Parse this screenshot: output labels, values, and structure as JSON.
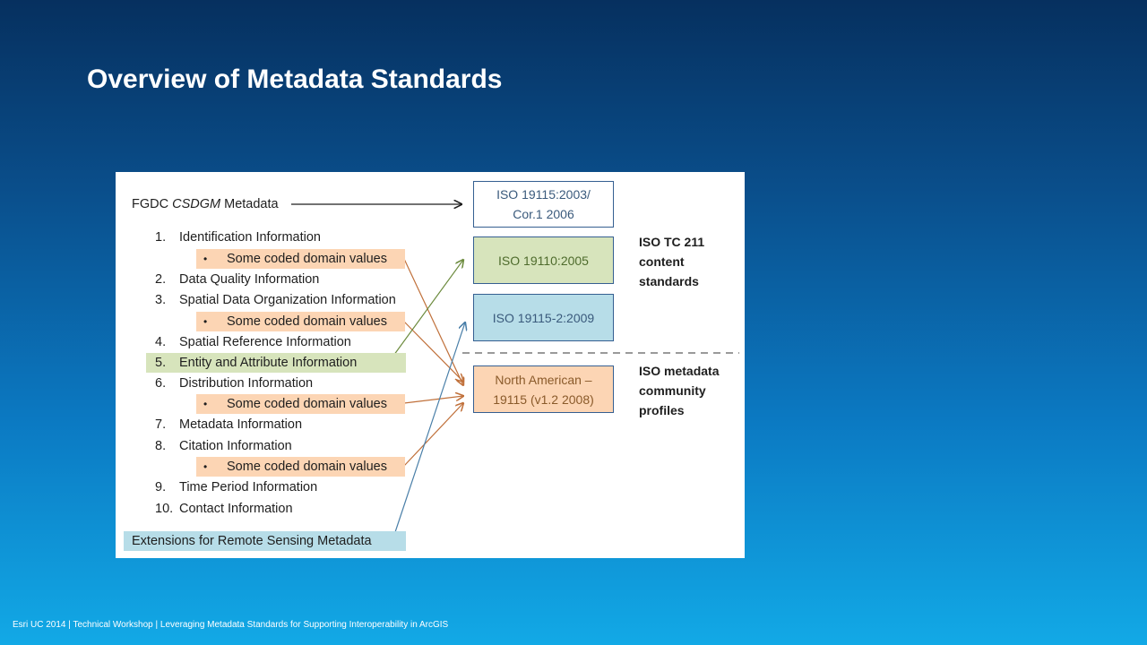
{
  "slide": {
    "title": "Overview of Metadata Standards",
    "footer_left": "Esri UC 2014 | Technical Workshop |",
    "footer_right": "Leveraging Metadata Standards for Supporting Interoperability in ArcGIS"
  },
  "diagram": {
    "fgdc_prefix": "FGDC ",
    "fgdc_italic": "CSDGM",
    "fgdc_suffix": " Metadata",
    "sections": [
      {
        "num": "1.",
        "label": "Identification Information"
      },
      {
        "num": "2.",
        "label": "Data Quality Information"
      },
      {
        "num": "3.",
        "label": "Spatial Data Organization Information"
      },
      {
        "num": "4.",
        "label": "Spatial Reference Information"
      },
      {
        "num": "5.",
        "label": "Entity and Attribute Information"
      },
      {
        "num": "6.",
        "label": "Distribution Information"
      },
      {
        "num": "7.",
        "label": "Metadata Information"
      },
      {
        "num": "8.",
        "label": "Citation Information"
      },
      {
        "num": "9.",
        "label": "Time Period Information"
      },
      {
        "num": "10.",
        "label": "Contact Information"
      }
    ],
    "coded_domain_label": "Some coded domain values",
    "bullet_symbol": "•",
    "extensions_label": "Extensions for Remote Sensing Metadata",
    "iso_boxes": {
      "iso19115_line1": "ISO 19115:2003/",
      "iso19115_line2": "Cor.1 2006",
      "iso19110": "ISO 19110:2005",
      "iso19115_2": "ISO 19115-2:2009",
      "north_american_line1": "North American –",
      "north_american_line2": "19115  (v1.2 2008)"
    },
    "group_labels": {
      "tc211_line1": "ISO TC 211",
      "tc211_line2": "content",
      "tc211_line3": "standards",
      "profiles_line1": "ISO metadata",
      "profiles_line2": "community",
      "profiles_line3": "profiles"
    },
    "colors": {
      "orange_highlight": "#fcd5b4",
      "green_highlight": "#d7e4bc",
      "blue_highlight": "#b7dde8",
      "box_border": "#355f91",
      "orange_arrow": "#c0703a",
      "green_arrow": "#6b8a3c",
      "blue_arrow": "#4a7fa8"
    }
  }
}
